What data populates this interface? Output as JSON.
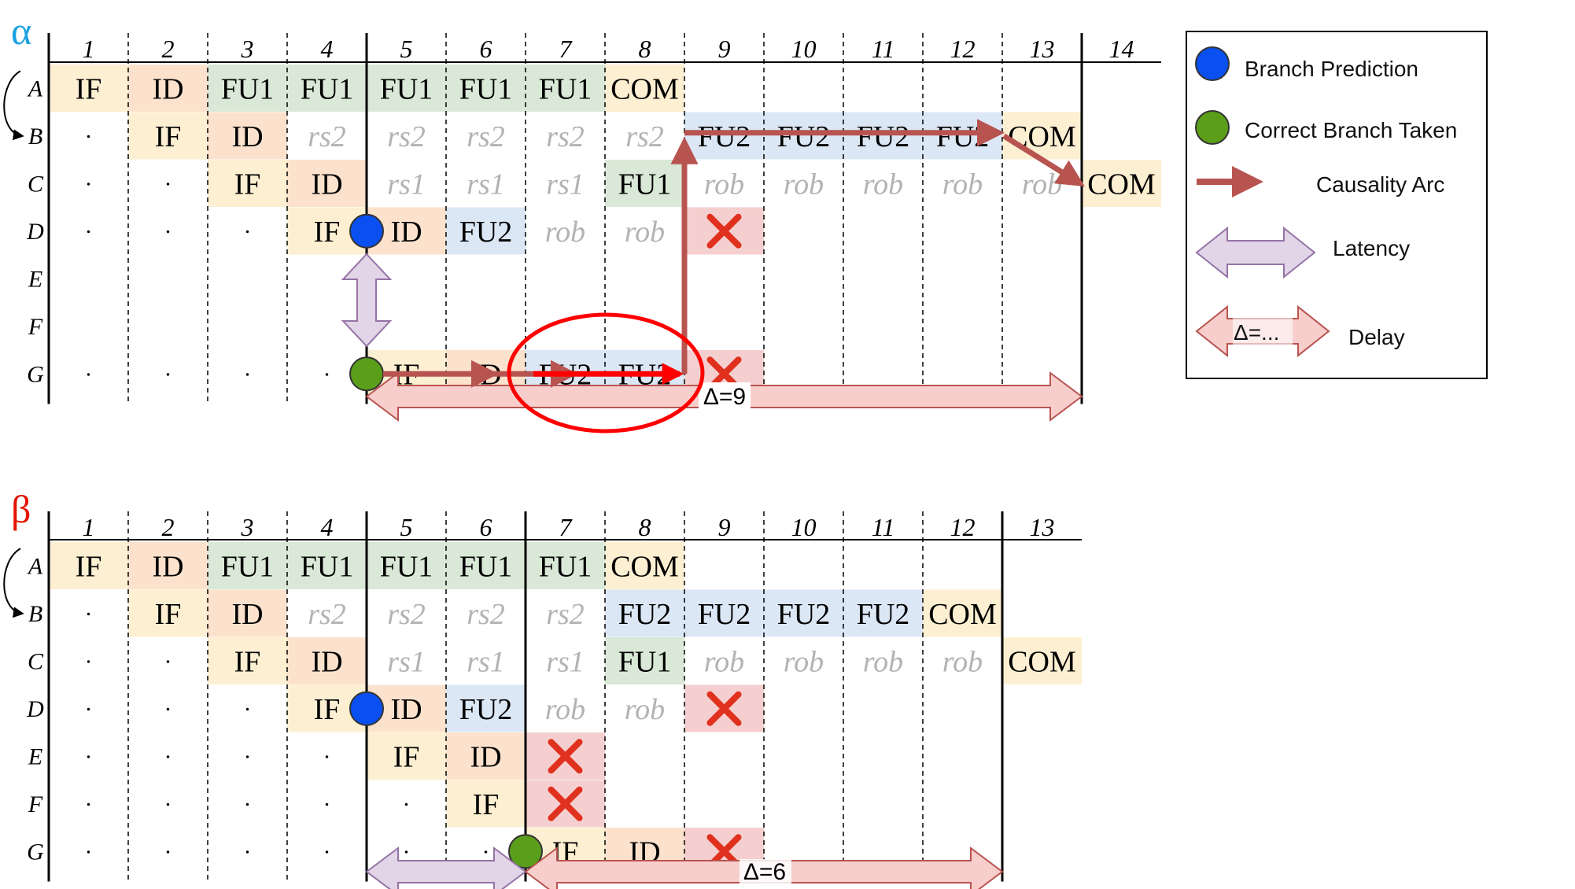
{
  "colors": {
    "IF": "#fdefd1",
    "ID": "#fce2cd",
    "FU1": "#dae9d7",
    "FU2": "#dce7f6",
    "COM": "#fdefd1",
    "X": "#f5cfcf",
    "ghost_text": "#b3b3b3",
    "prediction": "#0a4ff0",
    "taken": "#5a9e1a",
    "causality": "#b85450",
    "latency_fill": "#e1d5e7",
    "latency_stroke": "#9673a6",
    "delay_fill": "#f8cecc",
    "delay_stroke": "#b85450",
    "highlight": "#ff0000",
    "alpha": "#1ba1e2",
    "beta": "#e51400"
  },
  "icons": {
    "blocker": "red-x-icon",
    "prediction": "blue-circle-icon",
    "taken": "green-circle-icon"
  },
  "legend": {
    "branch_prediction": "Branch Prediction",
    "correct_branch_taken": "Correct Branch Taken",
    "causality_arc": "Causality Arc",
    "latency": "Latency",
    "delay_box": "Δ=...",
    "delay": "Delay"
  },
  "diagrams": [
    {
      "id": "alpha",
      "label": "α",
      "cycles": [
        "1",
        "2",
        "3",
        "4",
        "5",
        "6",
        "7",
        "8",
        "9",
        "10",
        "11",
        "12",
        "13",
        "14"
      ],
      "rows": [
        {
          "label": "A",
          "cells": [
            "IF",
            "ID",
            "FU1",
            "FU1",
            "FU1",
            "FU1",
            "FU1",
            "COM",
            "",
            "",
            "",
            "",
            "",
            ""
          ]
        },
        {
          "label": "B",
          "cells": [
            ".",
            "IF",
            "ID",
            "rs2",
            "rs2",
            "rs2",
            "rs2",
            "rs2",
            "FU2",
            "FU2",
            "FU2",
            "FU2",
            "COM",
            ""
          ]
        },
        {
          "label": "C",
          "cells": [
            ".",
            ".",
            "IF",
            "ID",
            "rs1",
            "rs1",
            "rs1",
            "FU1",
            "rob",
            "rob",
            "rob",
            "rob",
            "rob",
            "COM"
          ]
        },
        {
          "label": "D",
          "cells": [
            ".",
            ".",
            ".",
            "IF",
            "ID",
            "FU2",
            "rob",
            "rob",
            "X",
            "",
            "",
            "",
            "",
            ""
          ]
        },
        {
          "label": "E",
          "cells": [
            "",
            "",
            "",
            "",
            "",
            "",
            "",
            "",
            "",
            "",
            "",
            "",
            "",
            ""
          ]
        },
        {
          "label": "F",
          "cells": [
            "",
            "",
            "",
            "",
            "",
            "",
            "",
            "",
            "",
            "",
            "",
            "",
            "",
            ""
          ]
        },
        {
          "label": "G",
          "cells": [
            ".",
            ".",
            ".",
            ".",
            "IF",
            "ID",
            "FU2",
            "FU2",
            "X",
            "",
            "",
            "",
            "",
            ""
          ]
        }
      ],
      "delay_label": "Δ=9"
    },
    {
      "id": "beta",
      "label": "β",
      "cycles": [
        "1",
        "2",
        "3",
        "4",
        "5",
        "6",
        "7",
        "8",
        "9",
        "10",
        "11",
        "12",
        "13"
      ],
      "rows": [
        {
          "label": "A",
          "cells": [
            "IF",
            "ID",
            "FU1",
            "FU1",
            "FU1",
            "FU1",
            "FU1",
            "COM",
            "",
            "",
            "",
            "",
            ""
          ]
        },
        {
          "label": "B",
          "cells": [
            ".",
            "IF",
            "ID",
            "rs2",
            "rs2",
            "rs2",
            "rs2",
            "FU2",
            "FU2",
            "FU2",
            "FU2",
            "COM",
            ""
          ]
        },
        {
          "label": "C",
          "cells": [
            ".",
            ".",
            "IF",
            "ID",
            "rs1",
            "rs1",
            "rs1",
            "FU1",
            "rob",
            "rob",
            "rob",
            "rob",
            "COM"
          ]
        },
        {
          "label": "D",
          "cells": [
            ".",
            ".",
            ".",
            "IF",
            "ID",
            "FU2",
            "rob",
            "rob",
            "X",
            "",
            "",
            "",
            ""
          ]
        },
        {
          "label": "E",
          "cells": [
            ".",
            ".",
            ".",
            ".",
            "IF",
            "ID",
            "X",
            "",
            "",
            "",
            "",
            "",
            ""
          ]
        },
        {
          "label": "F",
          "cells": [
            ".",
            ".",
            ".",
            ".",
            ".",
            "IF",
            "X",
            "",
            "",
            "",
            "",
            "",
            ""
          ]
        },
        {
          "label": "G",
          "cells": [
            ".",
            ".",
            ".",
            ".",
            ".",
            ".",
            "IF",
            "ID",
            "X",
            "",
            "",
            "",
            ""
          ]
        }
      ],
      "delay_label": "Δ=6"
    }
  ]
}
